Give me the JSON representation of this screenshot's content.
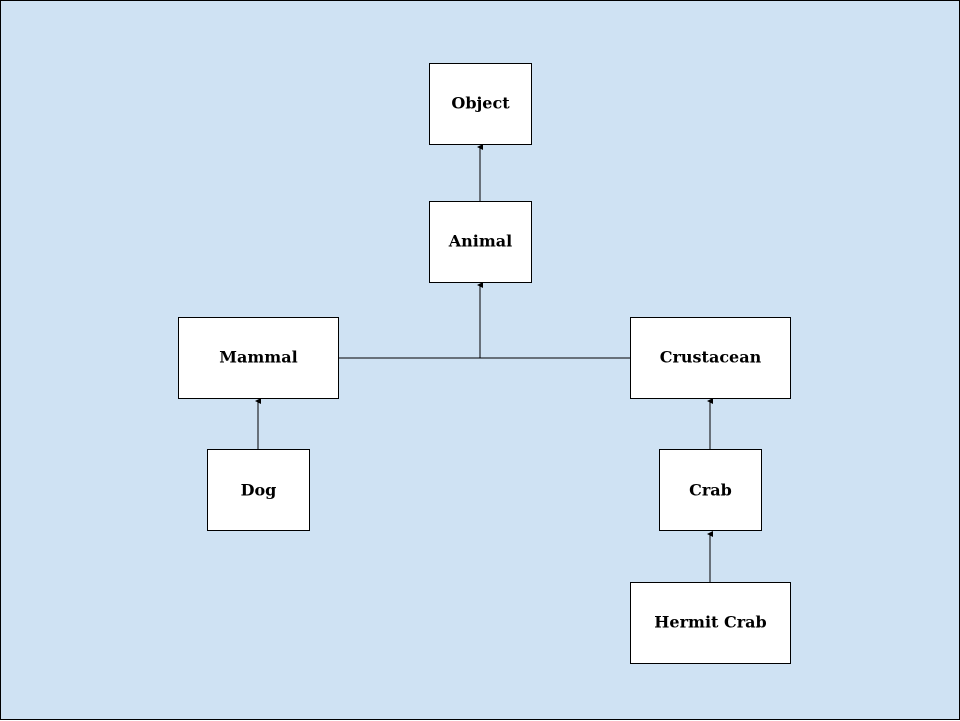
{
  "diagram": {
    "colors": {
      "background": "#cfe2f3",
      "node_fill": "#ffffff",
      "stroke": "#000000"
    },
    "nodes": {
      "object": {
        "label": "Object"
      },
      "animal": {
        "label": "Animal"
      },
      "mammal": {
        "label": "Mammal"
      },
      "crustacean": {
        "label": "Crustacean"
      },
      "dog": {
        "label": "Dog"
      },
      "crab": {
        "label": "Crab"
      },
      "hermit_crab": {
        "label": "Hermit Crab"
      }
    },
    "edges": [
      {
        "from": "animal",
        "to": "object"
      },
      {
        "from": "mammal",
        "to": "animal"
      },
      {
        "from": "crustacean",
        "to": "animal"
      },
      {
        "from": "dog",
        "to": "mammal"
      },
      {
        "from": "crab",
        "to": "crustacean"
      },
      {
        "from": "hermit_crab",
        "to": "crab"
      }
    ]
  }
}
